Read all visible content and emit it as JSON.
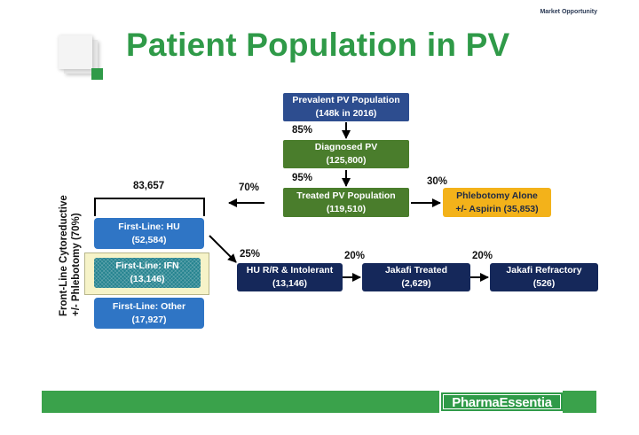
{
  "header": {
    "tag": "Market Opportunity",
    "title": "Patient Population in PV"
  },
  "diagram": {
    "prevalent": {
      "line1": "Prevalent PV Population",
      "line2": "(148k in 2016)"
    },
    "diagnosed": {
      "line1": "Diagnosed PV",
      "line2": "(125,800)"
    },
    "treated": {
      "line1": "Treated PV Population",
      "line2": "(119,510)"
    },
    "phlebotomy": {
      "line1": "Phlebotomy Alone",
      "line2": "+/- Aspirin (35,853)"
    },
    "hu": {
      "line1": "First-Line: HU",
      "line2": "(52,584)"
    },
    "ifn": {
      "line1": "First-Line: IFN",
      "line2": "(13,146)"
    },
    "other": {
      "line1": "First-Line: Other",
      "line2": "(17,927)"
    },
    "hu_rr": {
      "line1": "HU R/R & Intolerant",
      "line2": "(13,146)"
    },
    "jakafi_treated": {
      "line1": "Jakafi Treated",
      "line2": "(2,629)"
    },
    "jakafi_refractory": {
      "line1": "Jakafi Refractory",
      "line2": "(526)"
    },
    "pct_85": "85%",
    "pct_95": "95%",
    "pct_70": "70%",
    "pct_30": "30%",
    "pct_25": "25%",
    "pct_20a": "20%",
    "pct_20b": "20%",
    "bracket_total": "83,657",
    "vertical_label_line1": "Front-Line Cytoreductive",
    "vertical_label_line2": "+/- Phlebotomy (70%)"
  },
  "footer": {
    "logo": "PharmaEssentia"
  },
  "colors": {
    "brand_green": "#2f9a48",
    "navy": "#15285a",
    "gold": "#f3b21a"
  }
}
